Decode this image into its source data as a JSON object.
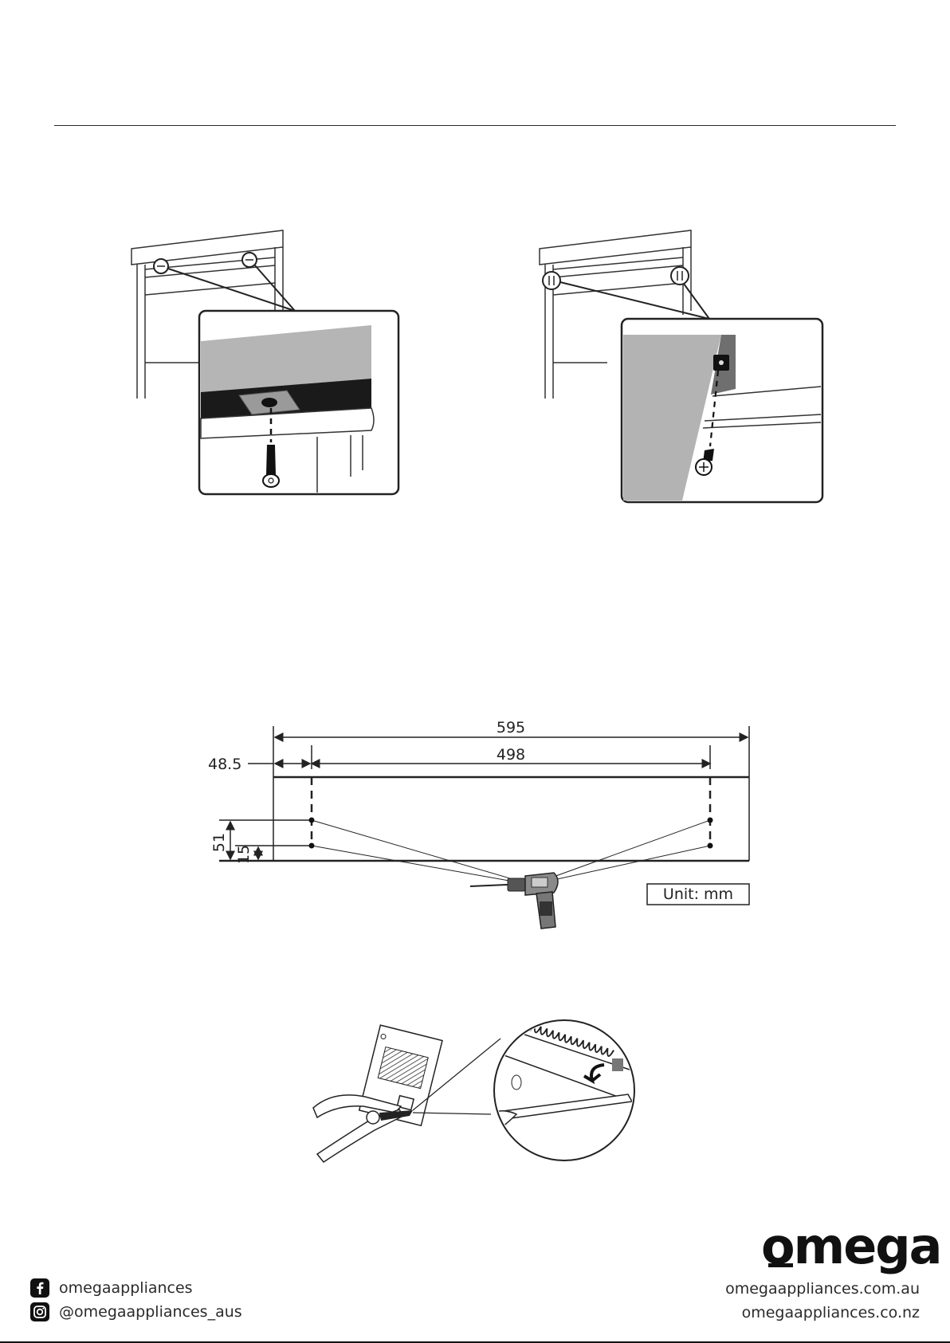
{
  "diagram_1": {
    "icon": "screw-top-bracket-icon"
  },
  "diagram_2": {
    "icon": "screw-side-bracket-icon"
  },
  "drill_diagram": {
    "total_width": "595",
    "hole_spacing": "498",
    "offset_left": "48.5",
    "height_upper": "51",
    "height_lower": "15",
    "unit_label": "Unit: mm"
  },
  "pliers_diagram": {
    "icon": "pliers-bracket-icon"
  },
  "brand": {
    "logo_text": "omega"
  },
  "social": {
    "facebook": "omegaappliances",
    "instagram": "@omegaappliances_aus",
    "facebook_icon": "facebook-icon",
    "instagram_icon": "instagram-icon"
  },
  "websites": {
    "au": "omegaappliances.com.au",
    "nz": "omegaappliances.co.nz"
  }
}
